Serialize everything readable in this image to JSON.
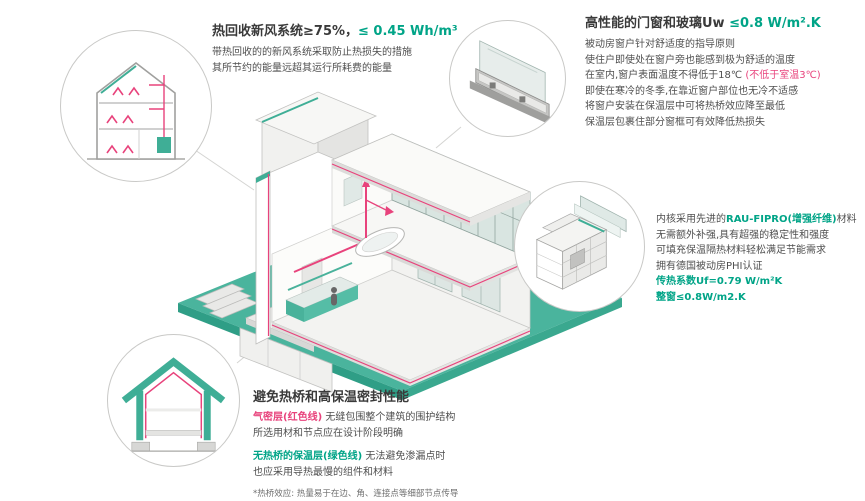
{
  "palette": {
    "accent_green": "#00a487",
    "accent_red": "#e8437c",
    "platform_teal": "#4ab49d",
    "insulation_teal": "#3fae96",
    "title_dark": "#3a3a3a",
    "body_gray": "#4f4f4f"
  },
  "sections": {
    "heat_recovery": {
      "title_prefix": "热回收新风系统≥75%，",
      "title_value": "≤ 0.45 Wh/m³",
      "line1": "带热回收的的新风系统采取防止热损失的措施",
      "line2": "其所节约的能量远超其运行所耗费的能量"
    },
    "windows": {
      "title_prefix": "高性能的门窗和玻璃Uw ",
      "title_value": "≤0.8 W/m².K",
      "line1": "被动房窗户针对舒适度的指导原则",
      "line2": "使住户即使处在窗户旁也能感到极为舒适的温度",
      "line3_prefix": "在室内,窗户表面温度不得低于18℃ ",
      "line3_highlight": "(不低于室温3℃)",
      "line4": "即使在寒冷的冬季,在靠近窗户部位也无冷不适感",
      "line5": "将窗户安装在保温层中可将热桥效应降至最低",
      "line6": "保温层包裹住部分窗框可有效降低热损失"
    },
    "profile_core": {
      "line1_prefix": "内核采用先进的",
      "line1_highlight": "RAU-FIPRO(增强纤维)",
      "line1_suffix": "材料",
      "line2": "无需额外补强,具有超强的稳定性和强度",
      "line3": "可填充保温隔热材料轻松满足节能需求",
      "line4": "拥有德国被动房PHI认证",
      "line5": "传热系数Uf=0.79 W/m²K",
      "line6": "整窗≤0.8W/m2.K"
    },
    "thermal_bridge": {
      "title": "避免热桥和高保温密封性能",
      "line1_highlight": "气密层(红色线)",
      "line1_rest": " 无缝包围整个建筑的围护结构",
      "line2": "所选用材和节点应在设计阶段明确",
      "line3_highlight": "无热桥的保温层(绿色线)",
      "line3_rest": " 无法避免渗漏点时",
      "line4": "也应采用导热最慢的组件和材料",
      "footnote": "*热桥效应: 热量易于在边、角、连接点等细部节点传导"
    }
  },
  "icons": {
    "inset_top_left": "heat-recovery-house-section-icon",
    "inset_top_right": "window-installation-detail-icon",
    "inset_right": "window-frame-profile-icon",
    "inset_bottom_left": "insulated-envelope-section-icon",
    "center": "passive-house-cutaway-illustration"
  }
}
